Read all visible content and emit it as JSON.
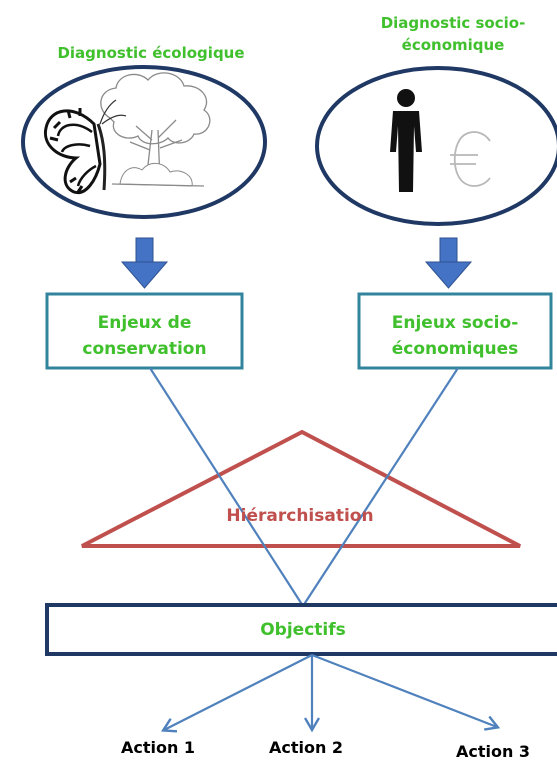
{
  "colors": {
    "green_text": "#3fc02c",
    "teal_border": "#31849b",
    "navy": "#1f3864",
    "blue_arrow": "#4472c4",
    "thin_line": "#4f81bd",
    "red": "#c0504d"
  },
  "diagnostics": {
    "ecological": {
      "title": "Diagnostic écologique"
    },
    "socio": {
      "title_line1": "Diagnostic socio-",
      "title_line2": "économique"
    }
  },
  "stakes": {
    "conservation": {
      "line1": "Enjeux de",
      "line2": "conservation"
    },
    "socio": {
      "line1": "Enjeux socio-",
      "line2": "économiques"
    }
  },
  "prioritization": {
    "label": "Hiérarchisation"
  },
  "objectives": {
    "label": "Objectifs"
  },
  "actions": [
    {
      "label": "Action 1"
    },
    {
      "label": "Action 2"
    },
    {
      "label": "Action 3"
    }
  ],
  "icons": {
    "ecological": [
      "butterfly-icon",
      "tree-icon"
    ],
    "socio": [
      "person-icon",
      "euro-icon"
    ]
  }
}
